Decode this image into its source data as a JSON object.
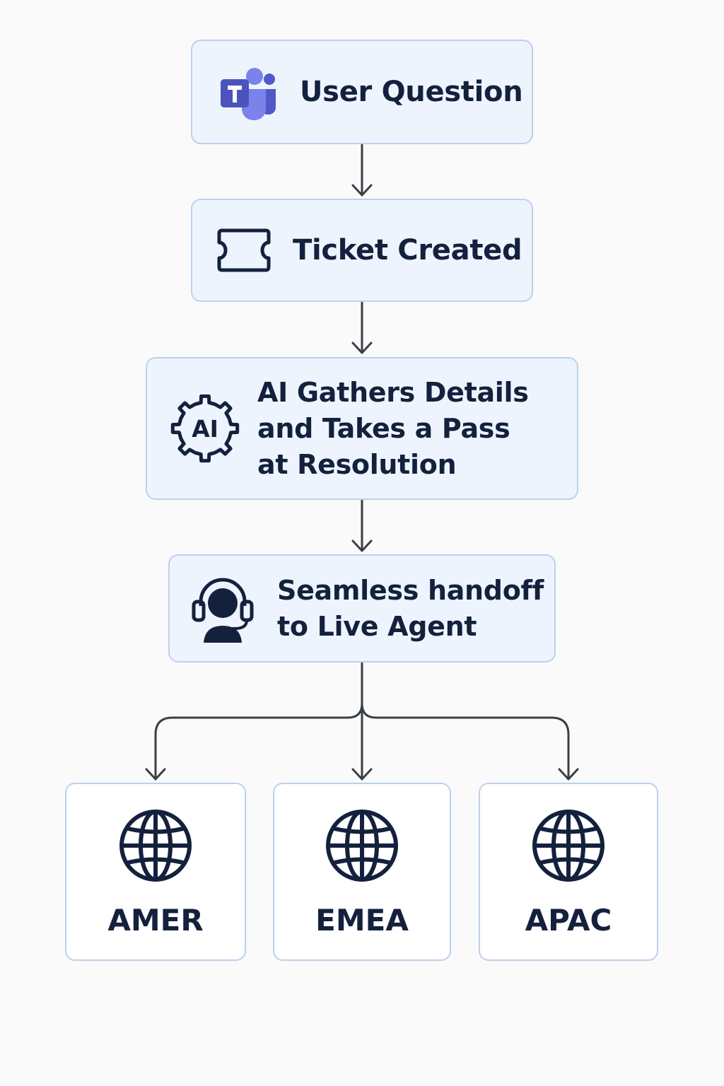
{
  "nodes": [
    {
      "label": "User Question",
      "icon": "teams-logo-icon"
    },
    {
      "label": "Ticket Created",
      "icon": "ticket-icon"
    },
    {
      "label": "AI Gathers Details\nand Takes a Pass\nat Resolution",
      "icon": "ai-gear-icon",
      "icon_text": "AI"
    },
    {
      "label": "Seamless handoff\nto Live Agent",
      "icon": "headset-agent-icon"
    }
  ],
  "regions": [
    {
      "label": "AMER",
      "icon": "globe-icon"
    },
    {
      "label": "EMEA",
      "icon": "globe-icon"
    },
    {
      "label": "APAC",
      "icon": "globe-icon"
    }
  ],
  "colors": {
    "node_fill": "#eef4fd",
    "node_border": "#bcd1ee",
    "text": "#14213d",
    "arrow": "#3a3f47",
    "teams_purple": "#5059c9",
    "teams_light": "#7b83eb"
  }
}
